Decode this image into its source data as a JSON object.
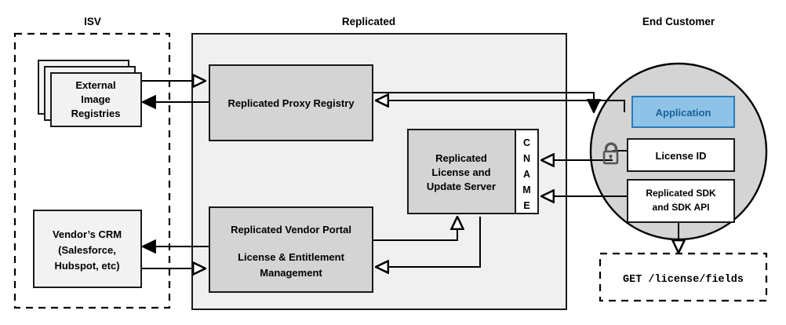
{
  "diagram": {
    "title_zones": [
      {
        "id": "isv",
        "label": "ISV"
      },
      {
        "id": "replicated",
        "label": "Replicated"
      },
      {
        "id": "end_customer",
        "label": "End Customer"
      }
    ],
    "isv": {
      "title": "ISV",
      "nodes": [
        {
          "id": "external-image-registries",
          "lines": [
            "External",
            "Image",
            "Registries"
          ],
          "style": "stacked-light"
        },
        {
          "id": "vendor-crm",
          "lines": [
            "Vendor’s CRM",
            "(Salesforce,",
            "Hubspot, etc)"
          ],
          "style": "light"
        }
      ]
    },
    "replicated": {
      "title": "Replicated",
      "nodes": [
        {
          "id": "replicated-proxy-registry",
          "lines": [
            "Replicated Proxy Registry"
          ],
          "style": "gray"
        },
        {
          "id": "replicated-license-update-server",
          "lines": [
            "Replicated",
            "License and",
            "Update Server"
          ],
          "style": "gray"
        },
        {
          "id": "cname-strip",
          "letters": [
            "C",
            "N",
            "A",
            "M",
            "E"
          ],
          "label": "CNAME",
          "style": "white"
        },
        {
          "id": "replicated-vendor-portal",
          "lines": [
            "Replicated Vendor Portal",
            "License & Entitlement",
            "Management"
          ],
          "style": "gray"
        }
      ]
    },
    "end_customer": {
      "title": "End Customer",
      "nodes": [
        {
          "id": "application",
          "lines": [
            "Application"
          ],
          "style": "blue"
        },
        {
          "id": "license-id",
          "lines": [
            "License ID"
          ],
          "style": "white"
        },
        {
          "id": "replicated-sdk",
          "lines": [
            "Replicated SDK",
            "and SDK API"
          ],
          "style": "white"
        }
      ],
      "icons": [
        {
          "id": "unlocked-padlock",
          "name": "unlock-icon"
        }
      ]
    },
    "api_call": {
      "id": "get-license-fields",
      "label": "GET /license/fields",
      "style": "dashed-white"
    },
    "colors": {
      "zone_fill": "#f0f0f0",
      "node_gray": "#d4d4d4",
      "node_light": "#f2f2f2",
      "node_white": "#ffffff",
      "accent_blue_fill": "#8ec3e8",
      "accent_blue_stroke": "#2a7ab5",
      "accent_blue_text": "#1a6096",
      "circle_fill": "#d4d4d4",
      "line": "#000000",
      "lock": "#555555"
    }
  }
}
